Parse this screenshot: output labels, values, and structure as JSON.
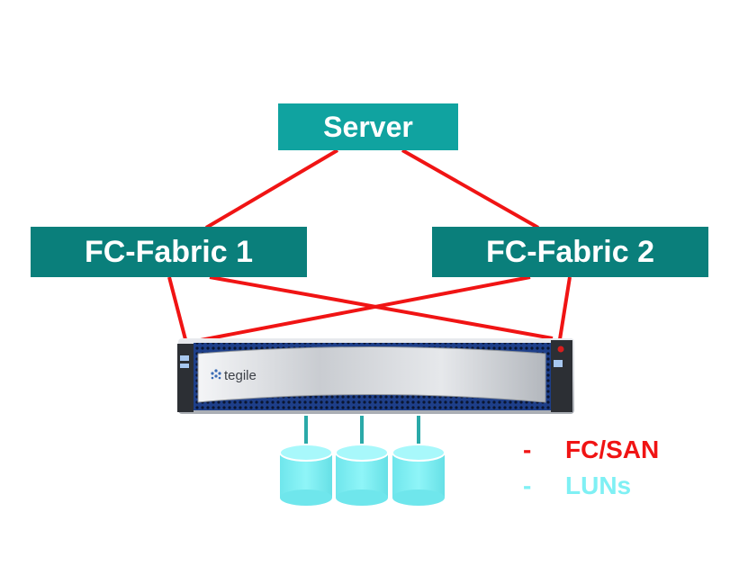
{
  "colors": {
    "node_fill": "#0a7f7b",
    "server_fill": "#10a3a0",
    "fc_link": "#f01414",
    "lun": "#7ff0f4",
    "lun_link": "#2aa9a8"
  },
  "nodes": {
    "server": "Server",
    "fabric1": "FC-Fabric 1",
    "fabric2": "FC-Fabric 2"
  },
  "storage": {
    "brand": "tegile",
    "lun_count": 3
  },
  "legend": {
    "fc": {
      "dash": "-",
      "label": "FC/SAN"
    },
    "luns": {
      "dash": "-",
      "label": "LUNs"
    }
  }
}
